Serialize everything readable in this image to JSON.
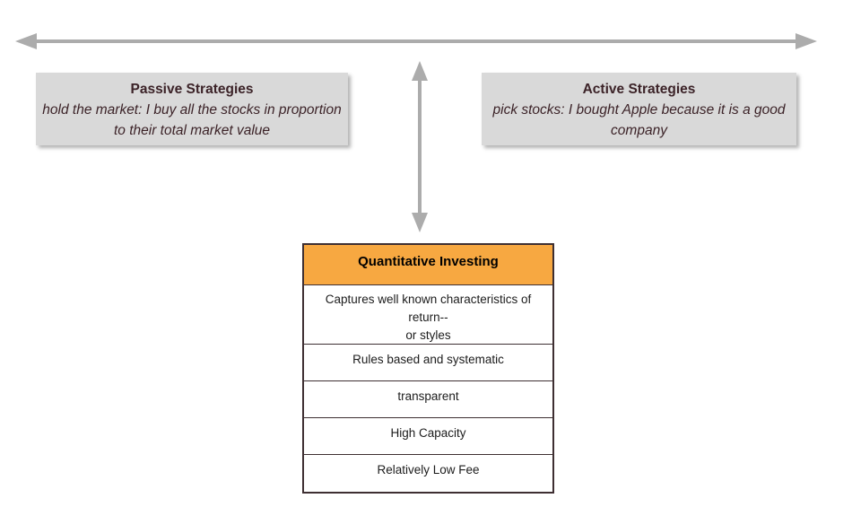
{
  "colors": {
    "arrow": "#ACACAC",
    "box_bg": "#D9D9D9",
    "box_text": "#3C2328",
    "table_header_bg": "#F7A841",
    "table_border": "#3E2F32",
    "table_text": "#1C1C1C"
  },
  "passive_box": {
    "title": "Passive Strategies",
    "body": "hold the market: I buy all the stocks in proportion to their total market value"
  },
  "active_box": {
    "title": "Active Strategies",
    "body": "pick stocks: I bought Apple because it is a good company"
  },
  "table": {
    "header": "Quantitative Investing",
    "rows": [
      "Captures well known characteristics of return--\nor styles",
      "Rules based and systematic",
      "transparent",
      "High Capacity",
      "Relatively Low Fee"
    ]
  }
}
